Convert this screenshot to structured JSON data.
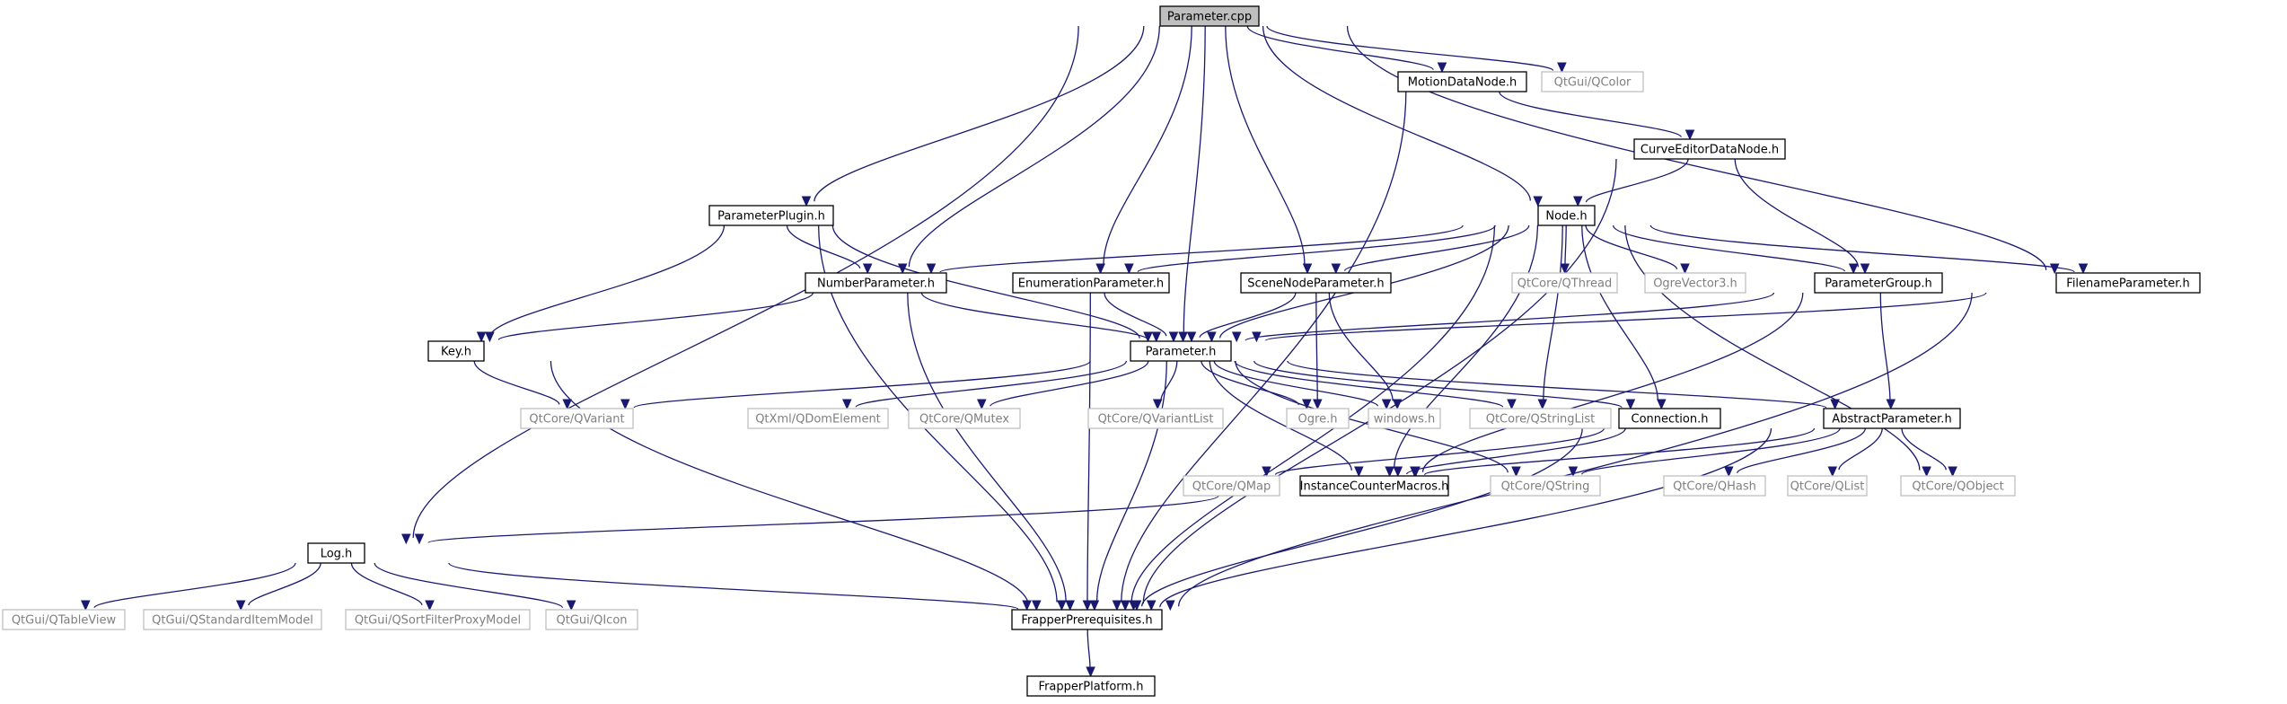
{
  "nodes": [
    {
      "id": "n0",
      "label": "Parameter.cpp",
      "kind": "root"
    },
    {
      "id": "n1",
      "label": "MotionDataNode.h",
      "kind": "local"
    },
    {
      "id": "n2",
      "label": "QtGui/QColor",
      "kind": "external"
    },
    {
      "id": "n3",
      "label": "CurveEditorDataNode.h",
      "kind": "local"
    },
    {
      "id": "n4",
      "label": "ParameterPlugin.h",
      "kind": "local"
    },
    {
      "id": "n5",
      "label": "Node.h",
      "kind": "local"
    },
    {
      "id": "n6",
      "label": "NumberParameter.h",
      "kind": "local"
    },
    {
      "id": "n7",
      "label": "EnumerationParameter.h",
      "kind": "local"
    },
    {
      "id": "n8",
      "label": "SceneNodeParameter.h",
      "kind": "local"
    },
    {
      "id": "n9",
      "label": "QtCore/QThread",
      "kind": "external"
    },
    {
      "id": "n10",
      "label": "OgreVector3.h",
      "kind": "external"
    },
    {
      "id": "n11",
      "label": "ParameterGroup.h",
      "kind": "local"
    },
    {
      "id": "n12",
      "label": "FilenameParameter.h",
      "kind": "local"
    },
    {
      "id": "n13",
      "label": "Key.h",
      "kind": "local"
    },
    {
      "id": "n14",
      "label": "Parameter.h",
      "kind": "local"
    },
    {
      "id": "n15",
      "label": "QtCore/QVariant",
      "kind": "external"
    },
    {
      "id": "n16",
      "label": "QtXml/QDomElement",
      "kind": "external"
    },
    {
      "id": "n17",
      "label": "QtCore/QMutex",
      "kind": "external"
    },
    {
      "id": "n18",
      "label": "QtCore/QVariantList",
      "kind": "external"
    },
    {
      "id": "n19",
      "label": "Ogre.h",
      "kind": "external"
    },
    {
      "id": "n20",
      "label": "windows.h",
      "kind": "external"
    },
    {
      "id": "n21",
      "label": "QtCore/QStringList",
      "kind": "external"
    },
    {
      "id": "n22",
      "label": "Connection.h",
      "kind": "local"
    },
    {
      "id": "n23",
      "label": "AbstractParameter.h",
      "kind": "local"
    },
    {
      "id": "n24",
      "label": "QtCore/QMap",
      "kind": "external"
    },
    {
      "id": "n25",
      "label": "InstanceCounterMacros.h",
      "kind": "local"
    },
    {
      "id": "n26",
      "label": "QtCore/QString",
      "kind": "external"
    },
    {
      "id": "n27",
      "label": "QtCore/QHash",
      "kind": "external"
    },
    {
      "id": "n28",
      "label": "QtCore/QList",
      "kind": "external"
    },
    {
      "id": "n29",
      "label": "QtCore/QObject",
      "kind": "external"
    },
    {
      "id": "n30",
      "label": "Log.h",
      "kind": "local"
    },
    {
      "id": "n31",
      "label": "QtGui/QTableView",
      "kind": "external"
    },
    {
      "id": "n32",
      "label": "QtGui/QStandardItemModel",
      "kind": "external"
    },
    {
      "id": "n33",
      "label": "QtGui/QSortFilterProxyModel",
      "kind": "external"
    },
    {
      "id": "n34",
      "label": "QtGui/QIcon",
      "kind": "external"
    },
    {
      "id": "n35",
      "label": "FrapperPrerequisites.h",
      "kind": "local"
    },
    {
      "id": "n36",
      "label": "FrapperPlatform.h",
      "kind": "local"
    }
  ],
  "edges": [
    {
      "from": "n0",
      "to": "n1"
    },
    {
      "from": "n0",
      "to": "n2"
    },
    {
      "from": "n0",
      "to": "n4"
    },
    {
      "from": "n0",
      "to": "n5"
    },
    {
      "from": "n0",
      "to": "n6"
    },
    {
      "from": "n0",
      "to": "n7"
    },
    {
      "from": "n0",
      "to": "n8"
    },
    {
      "from": "n0",
      "to": "n12"
    },
    {
      "from": "n0",
      "to": "n14"
    },
    {
      "from": "n0",
      "to": "n30"
    },
    {
      "from": "n1",
      "to": "n3"
    },
    {
      "from": "n1",
      "to": "n35"
    },
    {
      "from": "n3",
      "to": "n5"
    },
    {
      "from": "n3",
      "to": "n11"
    },
    {
      "from": "n3",
      "to": "n35"
    },
    {
      "from": "n4",
      "to": "n6"
    },
    {
      "from": "n4",
      "to": "n13"
    },
    {
      "from": "n4",
      "to": "n14"
    },
    {
      "from": "n4",
      "to": "n35"
    },
    {
      "from": "n5",
      "to": "n6"
    },
    {
      "from": "n5",
      "to": "n7"
    },
    {
      "from": "n5",
      "to": "n8"
    },
    {
      "from": "n5",
      "to": "n9"
    },
    {
      "from": "n5",
      "to": "n10"
    },
    {
      "from": "n5",
      "to": "n11"
    },
    {
      "from": "n5",
      "to": "n12"
    },
    {
      "from": "n5",
      "to": "n14"
    },
    {
      "from": "n5",
      "to": "n21"
    },
    {
      "from": "n5",
      "to": "n22"
    },
    {
      "from": "n5",
      "to": "n25"
    },
    {
      "from": "n5",
      "to": "n29"
    },
    {
      "from": "n5",
      "to": "n35"
    },
    {
      "from": "n6",
      "to": "n13"
    },
    {
      "from": "n6",
      "to": "n14"
    },
    {
      "from": "n6",
      "to": "n35"
    },
    {
      "from": "n7",
      "to": "n14"
    },
    {
      "from": "n7",
      "to": "n35"
    },
    {
      "from": "n8",
      "to": "n14"
    },
    {
      "from": "n8",
      "to": "n19"
    },
    {
      "from": "n8",
      "to": "n20"
    },
    {
      "from": "n11",
      "to": "n14"
    },
    {
      "from": "n11",
      "to": "n23"
    },
    {
      "from": "n11",
      "to": "n25"
    },
    {
      "from": "n12",
      "to": "n14"
    },
    {
      "from": "n12",
      "to": "n35"
    },
    {
      "from": "n13",
      "to": "n15"
    },
    {
      "from": "n13",
      "to": "n35"
    },
    {
      "from": "n14",
      "to": "n15"
    },
    {
      "from": "n14",
      "to": "n16"
    },
    {
      "from": "n14",
      "to": "n17"
    },
    {
      "from": "n14",
      "to": "n18"
    },
    {
      "from": "n14",
      "to": "n19"
    },
    {
      "from": "n14",
      "to": "n20"
    },
    {
      "from": "n14",
      "to": "n21"
    },
    {
      "from": "n14",
      "to": "n22"
    },
    {
      "from": "n14",
      "to": "n23"
    },
    {
      "from": "n14",
      "to": "n25"
    },
    {
      "from": "n14",
      "to": "n26"
    },
    {
      "from": "n14",
      "to": "n35"
    },
    {
      "from": "n22",
      "to": "n24"
    },
    {
      "from": "n22",
      "to": "n25"
    },
    {
      "from": "n22",
      "to": "n35"
    },
    {
      "from": "n23",
      "to": "n25"
    },
    {
      "from": "n23",
      "to": "n26"
    },
    {
      "from": "n23",
      "to": "n27"
    },
    {
      "from": "n23",
      "to": "n28"
    },
    {
      "from": "n23",
      "to": "n29"
    },
    {
      "from": "n23",
      "to": "n35"
    },
    {
      "from": "n25",
      "to": "n30"
    },
    {
      "from": "n30",
      "to": "n31"
    },
    {
      "from": "n30",
      "to": "n32"
    },
    {
      "from": "n30",
      "to": "n33"
    },
    {
      "from": "n30",
      "to": "n34"
    },
    {
      "from": "n30",
      "to": "n35"
    },
    {
      "from": "n35",
      "to": "n36"
    }
  ]
}
